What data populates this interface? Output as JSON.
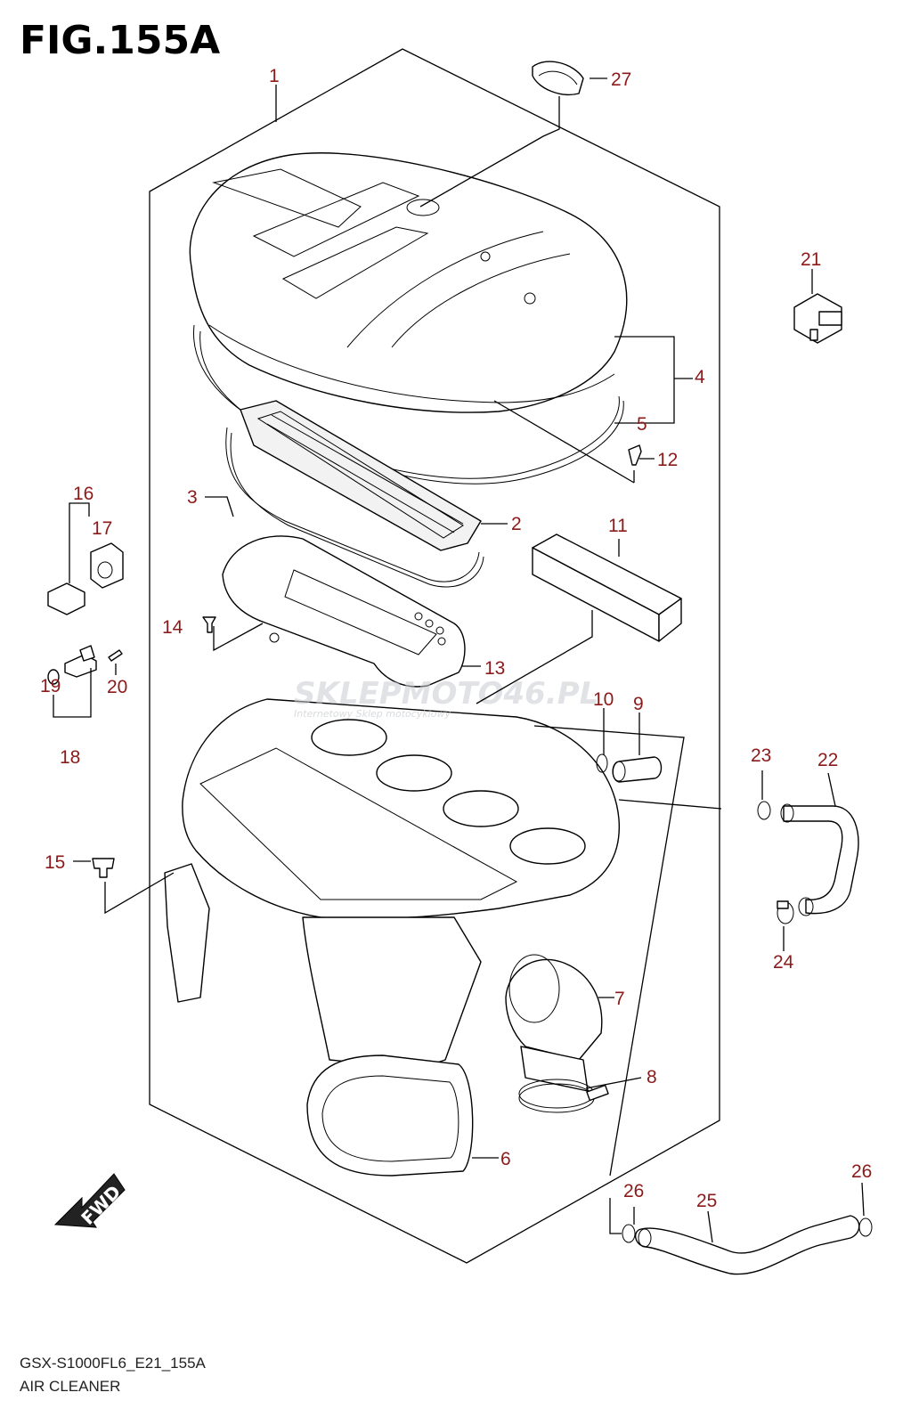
{
  "figure": {
    "title": "FIG.155A",
    "model_code": "GSX-S1000FL6_E21_155A",
    "caption": "AIR CLEANER"
  },
  "watermark": {
    "brand": "SKLEPMOTO46.PL",
    "tagline": "Internetowy Sklep motocyklowy"
  },
  "fwd_label": "FWD",
  "callouts": [
    "1",
    "2",
    "3",
    "4",
    "5",
    "6",
    "7",
    "8",
    "9",
    "10",
    "11",
    "12",
    "13",
    "14",
    "15",
    "16",
    "17",
    "18",
    "19",
    "20",
    "21",
    "22",
    "23",
    "24",
    "25",
    "26",
    "26",
    "27"
  ],
  "colors": {
    "callout": "#8b1a1a",
    "lines": "#000000",
    "watermark": "#c8ccd0"
  }
}
